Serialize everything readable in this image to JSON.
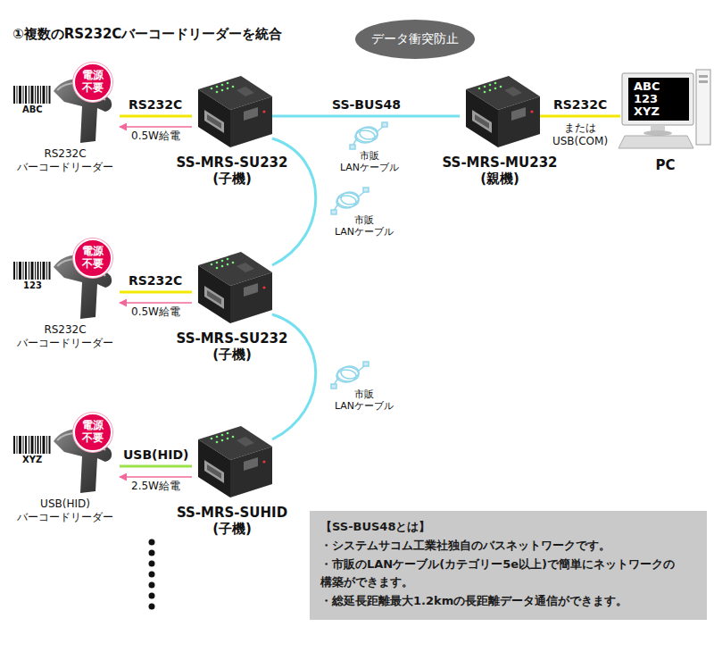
{
  "diagram": {
    "title": "①複数のRS232Cバーコードリーダーを統合",
    "nodes": [
      {
        "text": [
          "データ衝突防止"
        ]
      },
      {
        "text": [
          "RS232C バーコードリーダー"
        ]
      },
      {
        "text": [
          "電源 不要"
        ],
        "in": 1
      },
      {
        "text": [
          "SS-MRS-SU232",
          "(子機)"
        ]
      },
      {
        "text": [
          "SS-MRS-MU232",
          "(親機)"
        ]
      },
      {
        "text": [
          "PC"
        ]
      },
      {
        "text": [
          "ABC 123 XYZ"
        ],
        "in": 5
      },
      {
        "text": [
          "RS232C バーコードリーダー"
        ]
      },
      {
        "text": [
          "電源 不要"
        ],
        "in": 7
      },
      {
        "text": [
          "SS-MRS-SU232",
          "(子機)"
        ]
      },
      {
        "text": [
          "USB(HID) バーコードリーダー"
        ]
      },
      {
        "text": [
          "電源 不要"
        ],
        "in": 10
      },
      {
        "text": [
          "SS-MRS-SUHID",
          "(子機)"
        ]
      },
      {
        "text": [
          "【SS-BUS48とは】",
          "・システムサコム工業社独自のバスネットワークです。",
          "・市販のLANケーブル(カテゴリー5e以上)で簡単にネットワークの 構築ができます。",
          "・総延長距離最大1.2kmの長距離データ通信ができます。"
        ]
      }
    ],
    "edges": [
      {
        "from": 1,
        "to": 3,
        "arrow": "none",
        "label": "RS232C"
      },
      {
        "from": 3,
        "to": 1,
        "arrow": "to",
        "label": "0.5W給電"
      },
      {
        "from": 3,
        "to": 4,
        "arrow": "none",
        "label": "SS-BUS48"
      },
      {
        "from": 4,
        "to": 5,
        "arrow": "none",
        "label": "RS232C"
      },
      {
        "from": 3,
        "to": 9,
        "arrow": "none"
      },
      {
        "from": 7,
        "to": 9,
        "arrow": "none",
        "label": "RS232C"
      },
      {
        "from": 9,
        "to": 7,
        "arrow": "to",
        "label": "0.5W給電"
      },
      {
        "from": 9,
        "to": 12,
        "arrow": "none"
      },
      {
        "from": 10,
        "to": 12,
        "arrow": "none",
        "label": "USB(HID)"
      },
      {
        "from": 12,
        "to": 10,
        "arrow": "to",
        "label": "2.5W給電"
      }
    ],
    "labels": [
      "ABC",
      "123",
      "XYZ",
      "または USB(COM)",
      "市販 LANケーブル",
      "市販 LANケーブル",
      "市販 LANケーブル"
    ]
  }
}
